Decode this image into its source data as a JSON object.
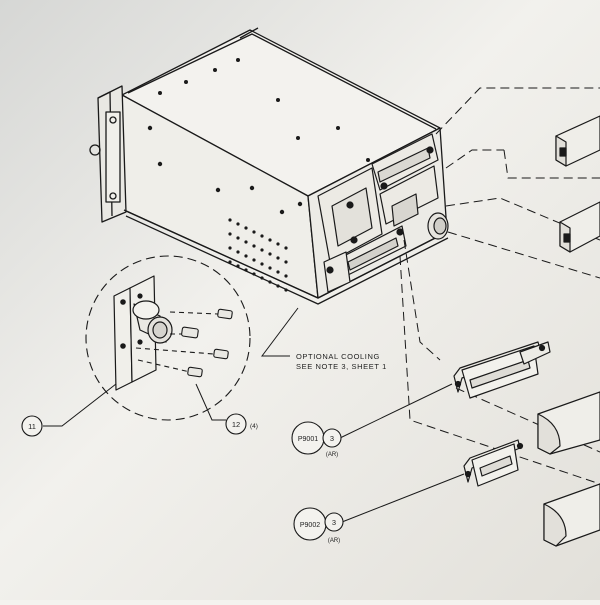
{
  "drawing": {
    "note_optional_cooling_line1": "OPTIONAL COOLING",
    "note_optional_cooling_line2": "SEE NOTE 3, SHEET 1",
    "callouts": {
      "item_11": "11",
      "item_12": "12",
      "item_12_qty": "(4)",
      "p9001_ref": "P9001",
      "p9001_item": "3",
      "p9001_qty": "(AR)",
      "p9002_ref": "P9002",
      "p9002_item": "3",
      "p9002_qty": "(AR)"
    }
  }
}
